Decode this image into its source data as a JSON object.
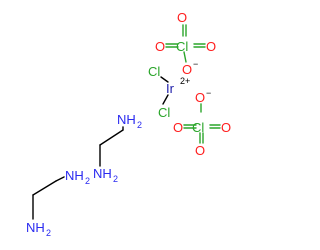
{
  "colors": {
    "oxygen": "#ff1e1e",
    "chlorine": "#2aa52a",
    "nitrogen": "#2a2af0",
    "iridium": "#1a1aa8",
    "bond": "#000000"
  },
  "perchlorate_top": {
    "cl": "Cl",
    "o_left": "O",
    "o_right": "O",
    "o_top": "O",
    "o_bottom": "O",
    "charge": "−"
  },
  "iridium_center": {
    "ir": "Ir",
    "charge": "2+",
    "cl_top": "Cl",
    "cl_bottom": "Cl"
  },
  "perchlorate_bottom": {
    "cl": "Cl",
    "o_left": "O",
    "o_right": "O",
    "o_top": "O",
    "o_bottom": "O",
    "charge": "−"
  },
  "ethylenediamine_upper": {
    "nh2_top": "NH",
    "nh2_top_sub": "2",
    "nh2_bottom": "NH",
    "nh2_bottom_sub": "2"
  },
  "ethylenediamine_lower": {
    "nh2_top": "NH",
    "nh2_top_sub": "2",
    "nh2_bottom": "NH",
    "nh2_bottom_sub": "2"
  }
}
